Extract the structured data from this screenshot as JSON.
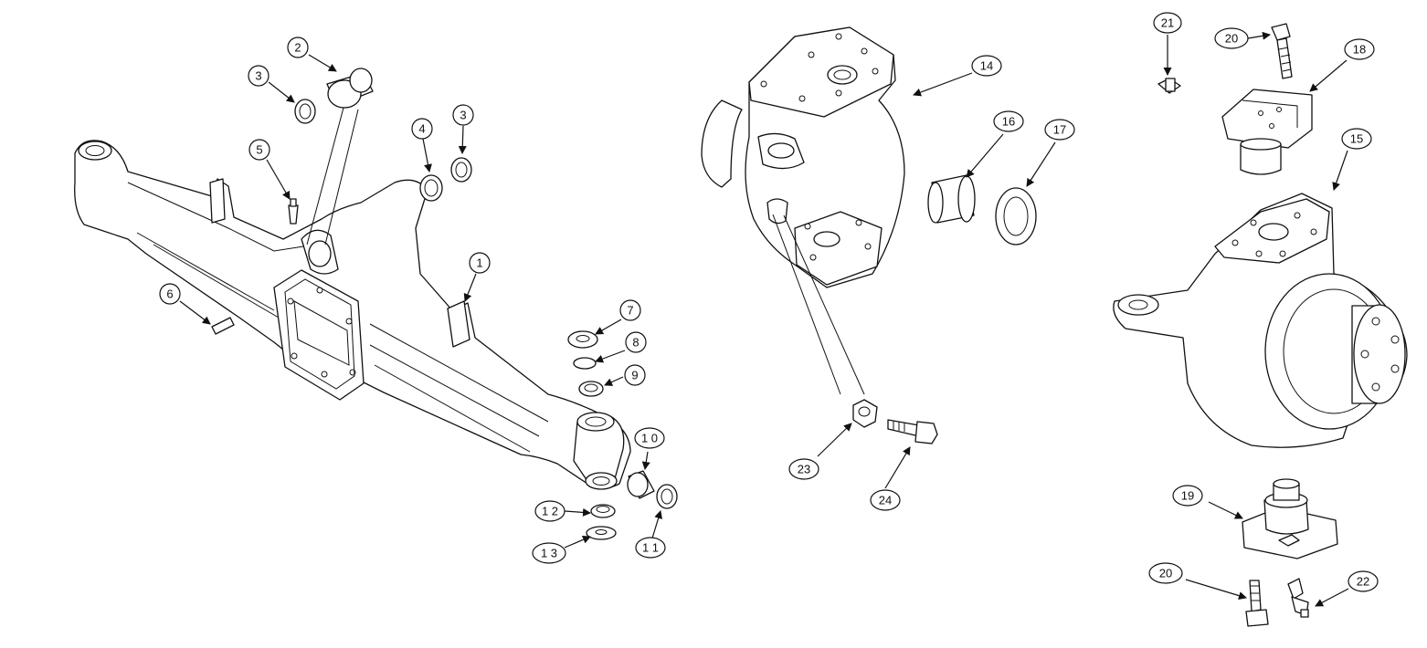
{
  "callouts": {
    "c1": "1",
    "c2": "2",
    "c3a": "3",
    "c3b": "3",
    "c4": "4",
    "c5": "5",
    "c6": "6",
    "c7": "7",
    "c8": "8",
    "c9": "9",
    "c10": "1 0",
    "c11": "1 1",
    "c12": "1 2",
    "c13": "1 3",
    "c14": "14",
    "c15": "15",
    "c16": "16",
    "c17": "17",
    "c18": "18",
    "c19": "19",
    "c20a": "20",
    "c20b": "20",
    "c21": "21",
    "c22": "22",
    "c23": "23",
    "c24": "24"
  },
  "colors": {
    "line": "#111111",
    "background": "#ffffff"
  }
}
